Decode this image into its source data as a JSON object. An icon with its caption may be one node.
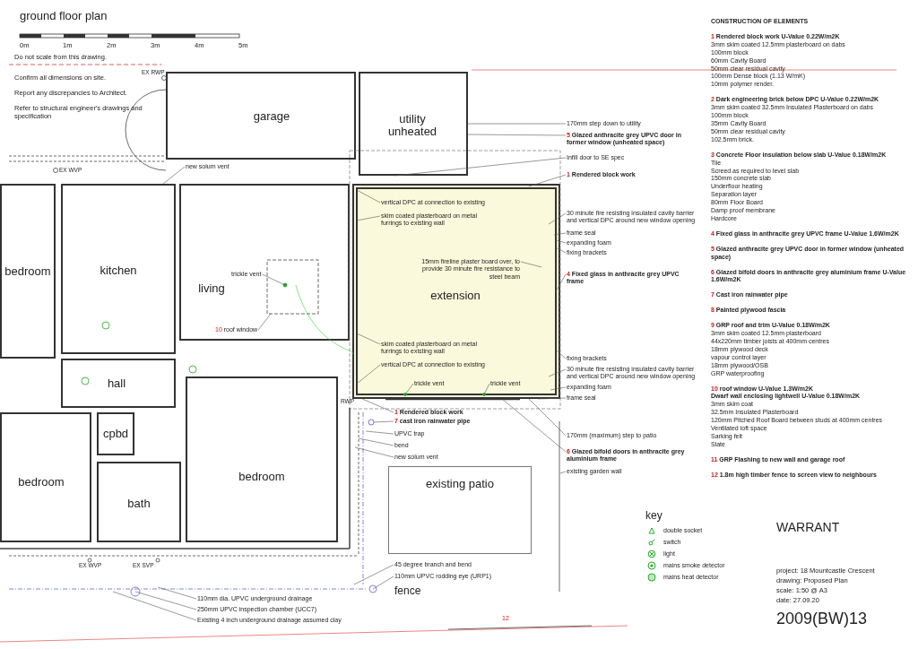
{
  "diagram": {
    "title": "ground floor plan",
    "nodes": [
      {
        "text": [
          "garage"
        ]
      },
      {
        "text": [
          "utility unheated"
        ]
      },
      {
        "text": [
          "170mm step down to utility"
        ]
      },
      {
        "text": [
          "5 Glazed anthracite grey UPVC door in former window (unheated space)"
        ]
      },
      {
        "text": [
          "Infill door to SE spec"
        ]
      },
      {
        "text": [
          "new solum vent"
        ]
      },
      {
        "text": [
          "1 Rendered block work"
        ]
      },
      {
        "text": [
          "bedroom"
        ]
      },
      {
        "text": [
          "kitchen"
        ]
      },
      {
        "text": [
          "living"
        ]
      },
      {
        "text": [
          "trickle vent"
        ],
        "in": 9
      },
      {
        "text": [
          "10 roof window"
        ],
        "in": 9
      },
      {
        "text": [
          "extension"
        ]
      },
      {
        "text": [
          "vertical DPC at connection to existing"
        ],
        "in": 12
      },
      {
        "text": [
          "skim coated plasterboard on metal furrings to existing wall"
        ],
        "in": 12
      },
      {
        "text": [
          "15mm fireline plaster board over, to provide 30 minute fire resistance to steel beam"
        ],
        "in": 12
      },
      {
        "text": [
          "skim coated plasterboard on metal furrings to existing wall"
        ],
        "in": 12
      },
      {
        "text": [
          "vertical DPC at connection to existing"
        ],
        "in": 12
      },
      {
        "text": [
          "trickle vent"
        ],
        "in": 12
      },
      {
        "text": [
          "trickle vent"
        ],
        "in": 12
      },
      {
        "text": [
          "30 minute fire resisting insulated cavity barrier and vertical DPC around new window opening"
        ]
      },
      {
        "text": [
          "frame seal"
        ]
      },
      {
        "text": [
          "expanding foam"
        ]
      },
      {
        "text": [
          "fixing brackets"
        ]
      },
      {
        "text": [
          "4 Fixed glass in anthracite grey UPVC frame"
        ]
      },
      {
        "text": [
          "fixing brackets"
        ]
      },
      {
        "text": [
          "30 minute fire resisting insulated cavity barrier and vertical DPC around new window opening"
        ]
      },
      {
        "text": [
          "expanding foam"
        ]
      },
      {
        "text": [
          "frame seal"
        ]
      },
      {
        "text": [
          "hall"
        ]
      },
      {
        "text": [
          "cpbd"
        ]
      },
      {
        "text": [
          "1 Rendered block work"
        ]
      },
      {
        "text": [
          "7 cast iron rainwater pipe"
        ]
      },
      {
        "text": [
          "UPVC trap"
        ]
      },
      {
        "text": [
          "bend"
        ]
      },
      {
        "text": [
          "new solum vent"
        ]
      },
      {
        "text": [
          "170mm (maximum) step to patio"
        ]
      },
      {
        "text": [
          "6 Glazed bifold doors in anthracite grey aluminium frame"
        ]
      },
      {
        "text": [
          "existing garden wall"
        ]
      },
      {
        "text": [
          "bedroom"
        ]
      },
      {
        "text": [
          "bath"
        ]
      },
      {
        "text": [
          "bedroom"
        ]
      },
      {
        "text": [
          "existing patio"
        ]
      },
      {
        "text": [
          "45 degree branch and bend"
        ]
      },
      {
        "text": [
          "110mm UPVC rodding eye (URP1)"
        ]
      },
      {
        "text": [
          "110mm dia. UPVC underground drainage"
        ]
      },
      {
        "text": [
          "250mm UPVC inspection chamber (UCC7)"
        ]
      },
      {
        "text": [
          "Existing 4 inch underground drainage assumed clay"
        ]
      }
    ],
    "edges": [
      {
        "from": 2,
        "to": 1,
        "arrow": "none"
      },
      {
        "from": 3,
        "to": 1,
        "arrow": "none"
      },
      {
        "from": 4,
        "to": 1,
        "arrow": "none"
      },
      {
        "from": 5,
        "to": 8,
        "arrow": "none"
      },
      {
        "from": 6,
        "to": 12,
        "arrow": "none"
      },
      {
        "from": 10,
        "to": null,
        "arrow": "none"
      },
      {
        "from": 11,
        "to": null,
        "arrow": "none"
      },
      {
        "from": 13,
        "to": null,
        "arrow": "none"
      },
      {
        "from": 14,
        "to": null,
        "arrow": "none"
      },
      {
        "from": 15,
        "to": null,
        "arrow": "none"
      },
      {
        "from": 16,
        "to": null,
        "arrow": "none"
      },
      {
        "from": 17,
        "to": null,
        "arrow": "none"
      },
      {
        "from": 18,
        "to": null,
        "arrow": "none"
      },
      {
        "from": 19,
        "to": null,
        "arrow": "none"
      },
      {
        "from": 20,
        "to": 12,
        "arrow": "none"
      },
      {
        "from": 21,
        "to": 12,
        "arrow": "none"
      },
      {
        "from": 22,
        "to": 12,
        "arrow": "none"
      },
      {
        "from": 23,
        "to": 12,
        "arrow": "none"
      },
      {
        "from": 24,
        "to": 12,
        "arrow": "none"
      },
      {
        "from": 25,
        "to": 12,
        "arrow": "none"
      },
      {
        "from": 26,
        "to": 12,
        "arrow": "none"
      },
      {
        "from": 27,
        "to": 12,
        "arrow": "none"
      },
      {
        "from": 28,
        "to": 12,
        "arrow": "none"
      },
      {
        "from": 31,
        "to": 12,
        "arrow": "none"
      },
      {
        "from": 32,
        "to": null,
        "arrow": "none"
      },
      {
        "from": 33,
        "to": null,
        "arrow": "none"
      },
      {
        "from": 34,
        "to": null,
        "arrow": "none"
      },
      {
        "from": 35,
        "to": null,
        "arrow": "none"
      },
      {
        "from": 36,
        "to": 12,
        "arrow": "none"
      },
      {
        "from": 37,
        "to": 12,
        "arrow": "none"
      },
      {
        "from": 38,
        "to": null,
        "arrow": "none"
      },
      {
        "from": 43,
        "to": null,
        "arrow": "none"
      },
      {
        "from": 44,
        "to": null,
        "arrow": "none"
      },
      {
        "from": 45,
        "to": null,
        "arrow": "none"
      },
      {
        "from": 46,
        "to": null,
        "arrow": "none"
      },
      {
        "from": 47,
        "to": null,
        "arrow": "none"
      }
    ],
    "labels": [
      "0m",
      "1m",
      "2m",
      "3m",
      "4m",
      "5m",
      "Do not scale from this drawing.",
      "Confirm all dimensions on site.",
      "Report any discrepancies to Architect.",
      "Refer to structural engineer's drawings and specification",
      "EX RWP",
      "EX WVP",
      "RWP",
      "EX WVP",
      "EX SVP",
      "fence",
      "12",
      "CONSTRUCTION OF ELEMENTS",
      "1 Rendered block work U-Value 0.22W/m2K",
      "3mm skim coated 12.5mm plasterboard on dabs",
      "100mm block",
      "60mm Cavity Board",
      "50mm clear residual cavity",
      "100mm Dense block (1.13 W/mK)",
      "10mm polymer render.",
      "2 Dark engineering brick below DPC U-Value 0.22W/m2K",
      "3mm skim coated 32.5mm Insulated Plasterboard on dabs",
      "100mm block",
      "35mm Cavity Board",
      "50mm clear residual cavity",
      "102.5mm brick.",
      "3 Concrete Floor insulation below slab U-Value 0.18W/m2K",
      "Tile",
      "Screed as required to level slab",
      "150mm concrete slab",
      "Underfloor heating",
      "Separation layer",
      "80mm Floor Board",
      "Damp proof membrane",
      "Hardcore",
      "4 Fixed glass in anthracite grey UPVC frame U-Value 1.6W/m2K",
      "5 Glazed anthracite grey UPVC door in former window (unheated space)",
      "6 Glazed bifold doors in anthracite grey aluminium frame U-Value 1.6W/m2K",
      "7 Cast iron rainwater pipe",
      "8 Painted plywood fascia",
      "9 GRP roof and trim U-Value 0.18W/m2K",
      "3mm skim coated 12.5mm plasterboard",
      "44x220mm timber joists at 400mm centres",
      "18mm plywood deck",
      "vapour control layer",
      "18mm plywood/OSB",
      "GRP waterproofing",
      "10 roof window U-Value 1.3W/m2K",
      "Dwarf wall enclosing lightwell U-Value 0.18W/m2K",
      "3mm skim coat",
      "32.5mm Insulated Plasterboard",
      "120mm Pitched Roof Board between studs at 400mm centres",
      "Ventilated loft space",
      "Sarking felt",
      "Slate",
      "11 GRP Flashing to new wall and garage roof",
      "12 1.8m high timber fence to screen view to neighbours",
      "key",
      "WARRANT",
      "project: 18 Mountcastle Crescent",
      "drawing: Proposed Plan",
      "scale: 1:50 @ A3",
      "date: 27.09.20",
      "2009(BW)13"
    ],
    "legend": [
      {
        "text": "double socket"
      },
      {
        "text": "switch"
      },
      {
        "text": "light"
      },
      {
        "text": "mains smoke detector"
      },
      {
        "text": "mains heat detector"
      }
    ]
  }
}
